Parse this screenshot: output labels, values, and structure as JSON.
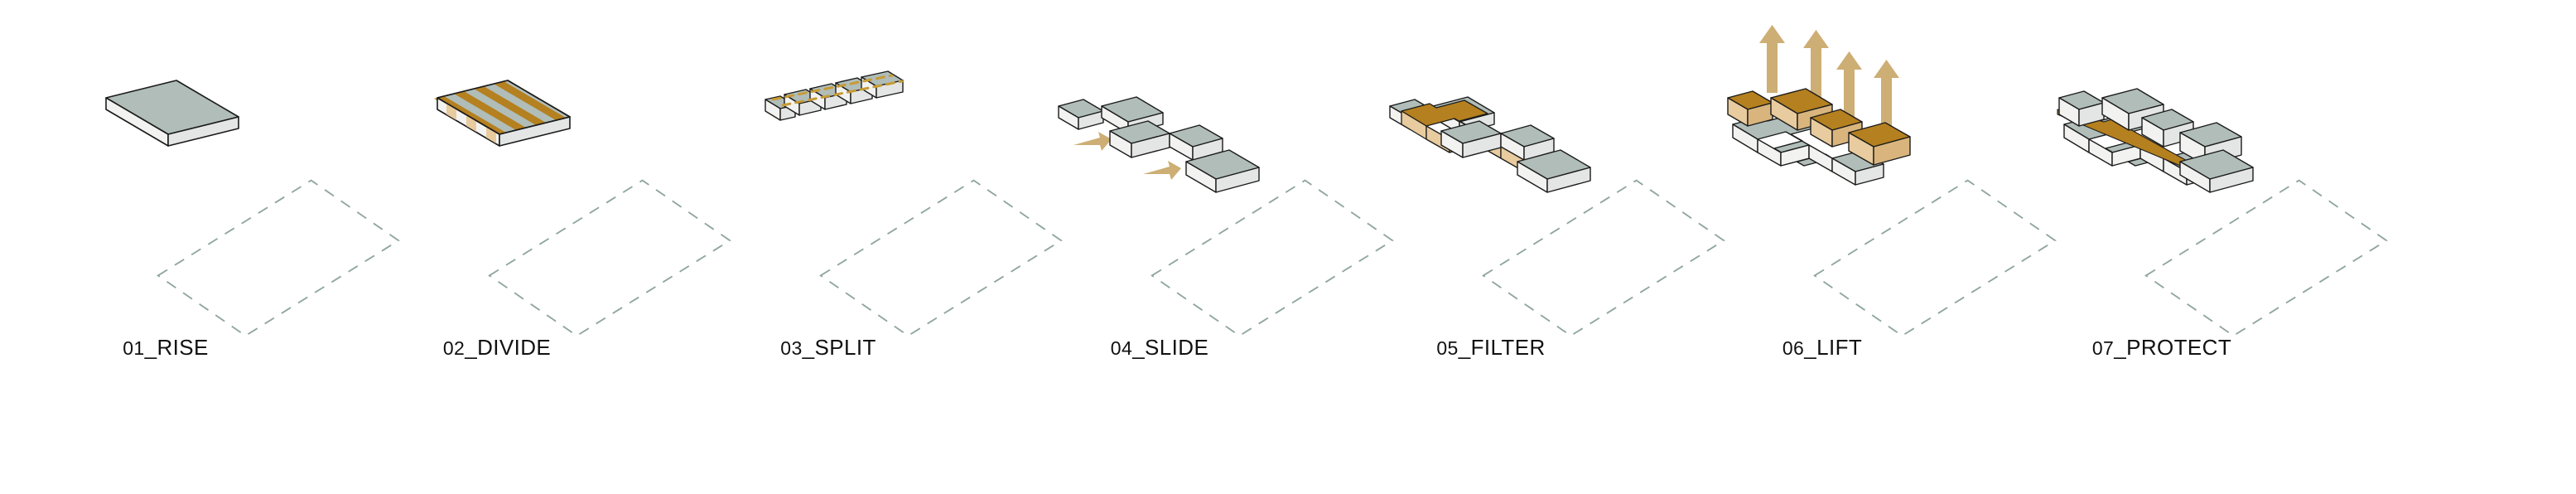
{
  "diagram": {
    "title": "Architectural massing concept sequence",
    "panel_count": 7,
    "palette": {
      "block_top": "#b0bdb9",
      "block_front": "#f2f3f1",
      "block_side": "#e3e6e4",
      "outline": "#1b1b1b",
      "ochre_top": "#b5801f",
      "ochre_front": "#e8cb9e",
      "ochre_side": "#d9b57d",
      "arrow": "#cdae74",
      "boundary_dash": "#8fa5a0",
      "label": "#111111",
      "background": "#ffffff"
    }
  },
  "panels": [
    {
      "id": "rise",
      "step_number": "01",
      "step_name": "RISE",
      "label": "01_RISE",
      "description": "Single solid volume rises on the site",
      "block_count": 1,
      "accents": [],
      "arrows": []
    },
    {
      "id": "divide",
      "step_number": "02",
      "step_name": "DIVIDE",
      "label": "02_DIVIDE",
      "description": "Volume marked with four ochre division bands",
      "block_count": 1,
      "accents": [
        "division-band",
        "division-band",
        "division-band",
        "division-band"
      ],
      "arrows": []
    },
    {
      "id": "split",
      "step_number": "03",
      "step_name": "SPLIT",
      "label": "03_SPLIT",
      "description": "Volume split into five separate blocks with dashed spine",
      "block_count": 5,
      "accents": [
        "dashed-centreline"
      ],
      "arrows": []
    },
    {
      "id": "slide",
      "step_number": "04",
      "step_name": "SLIDE",
      "label": "04_SLIDE",
      "description": "Blocks slide laterally into a staggered arrangement",
      "block_count": 5,
      "accents": [],
      "arrows": [
        "slide-arrow",
        "slide-arrow"
      ],
      "arrow_direction": "diagonal-up-right",
      "arrow_count": 2
    },
    {
      "id": "filter",
      "step_number": "05",
      "step_name": "FILTER",
      "label": "05_FILTER",
      "description": "Ochre circulation spine weaves between staggered blocks",
      "block_count": 5,
      "accents": [
        "circulation-spine"
      ],
      "arrows": []
    },
    {
      "id": "lift",
      "step_number": "06",
      "step_name": "LIFT",
      "label": "06_LIFT",
      "description": "Upper ochre volumes lift above the podium base",
      "block_count": 5,
      "accents": [
        "lifted-volume",
        "lifted-volume",
        "lifted-volume",
        "lifted-volume"
      ],
      "arrows": [
        "lift-arrow",
        "lift-arrow",
        "lift-arrow",
        "lift-arrow"
      ],
      "arrow_direction": "vertical-up",
      "arrow_count": 4
    },
    {
      "id": "protect",
      "step_number": "07",
      "step_name": "PROTECT",
      "label": "07_PROTECT",
      "description": "Ochre canopy strip shelters the circulation edge",
      "block_count": 5,
      "accents": [
        "canopy-strip"
      ],
      "arrows": []
    }
  ]
}
